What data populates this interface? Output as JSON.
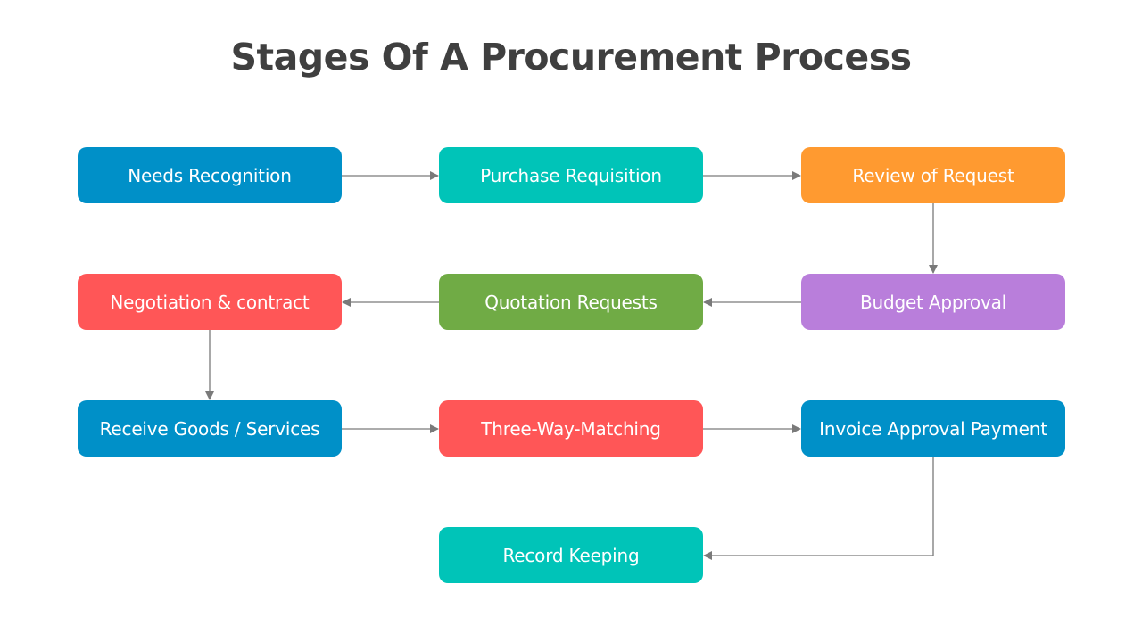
{
  "title": "Stages Of A Procurement Process",
  "colors": {
    "blue": "#0090c8",
    "teal": "#00c4b8",
    "orange": "#ff9a30",
    "red": "#ff5657",
    "green": "#70ab45",
    "purple": "#b97edb",
    "connector": "#7a7a7a",
    "title": "#3f3f3f"
  },
  "stages": [
    {
      "label": "Needs Recognition",
      "color": "#0090c8"
    },
    {
      "label": "Purchase Requisition",
      "color": "#00c4b8"
    },
    {
      "label": "Review of Request",
      "color": "#ff9a30"
    },
    {
      "label": "Budget Approval",
      "color": "#b97edb"
    },
    {
      "label": "Quotation Requests",
      "color": "#70ab45"
    },
    {
      "label": "Negotiation & contract",
      "color": "#ff5657"
    },
    {
      "label": "Receive Goods / Services",
      "color": "#0090c8"
    },
    {
      "label": "Three-Way-Matching",
      "color": "#ff5657"
    },
    {
      "label": "Invoice Approval Payment",
      "color": "#0090c8"
    },
    {
      "label": "Record Keeping",
      "color": "#00c4b8"
    }
  ],
  "flow": [
    [
      "Needs Recognition",
      "Purchase Requisition"
    ],
    [
      "Purchase Requisition",
      "Review of Request"
    ],
    [
      "Review of Request",
      "Budget Approval"
    ],
    [
      "Budget Approval",
      "Quotation Requests"
    ],
    [
      "Quotation Requests",
      "Negotiation & contract"
    ],
    [
      "Negotiation & contract",
      "Receive Goods / Services"
    ],
    [
      "Receive Goods / Services",
      "Three-Way-Matching"
    ],
    [
      "Three-Way-Matching",
      "Invoice Approval Payment"
    ],
    [
      "Invoice Approval Payment",
      "Record Keeping"
    ]
  ]
}
